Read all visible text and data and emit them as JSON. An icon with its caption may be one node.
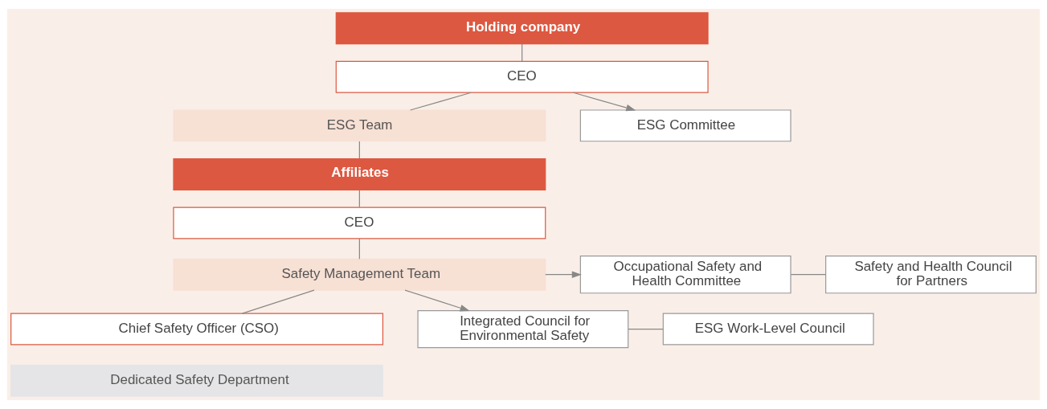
{
  "diagram": {
    "nodes": [
      {
        "text": [
          "Holding company"
        ]
      },
      {
        "text": [
          "CEO"
        ]
      },
      {
        "text": [
          "ESG Team"
        ]
      },
      {
        "text": [
          "ESG Committee"
        ]
      },
      {
        "text": [
          "Affiliates"
        ]
      },
      {
        "text": [
          "CEO"
        ]
      },
      {
        "text": [
          "Safety Management Team"
        ]
      },
      {
        "text": [
          "Chief Safety Officer (CSO)"
        ]
      },
      {
        "text": [
          "Dedicated Safety Department"
        ]
      },
      {
        "text": [
          "Occupational Safety and Health Committee"
        ]
      },
      {
        "text": [
          "Safety and Health Council for Partners"
        ]
      },
      {
        "text": [
          "Integrated Council for Environmental Safety"
        ]
      },
      {
        "text": [
          "ESG Work-Level Council"
        ]
      }
    ],
    "edges": [
      {
        "from": 0,
        "to": 1,
        "arrow": "none"
      },
      {
        "from": 1,
        "to": 2,
        "arrow": "none"
      },
      {
        "from": 1,
        "to": 3,
        "arrow": "to"
      },
      {
        "from": 2,
        "to": 4,
        "arrow": "none"
      },
      {
        "from": 4,
        "to": 5,
        "arrow": "none"
      },
      {
        "from": 5,
        "to": 6,
        "arrow": "none"
      },
      {
        "from": 6,
        "to": 7,
        "arrow": "none"
      },
      {
        "from": 6,
        "to": 9,
        "arrow": "to"
      },
      {
        "from": 6,
        "to": 11,
        "arrow": "to"
      },
      {
        "from": 9,
        "to": 10,
        "arrow": "none"
      },
      {
        "from": 11,
        "to": 12,
        "arrow": "none"
      }
    ]
  }
}
